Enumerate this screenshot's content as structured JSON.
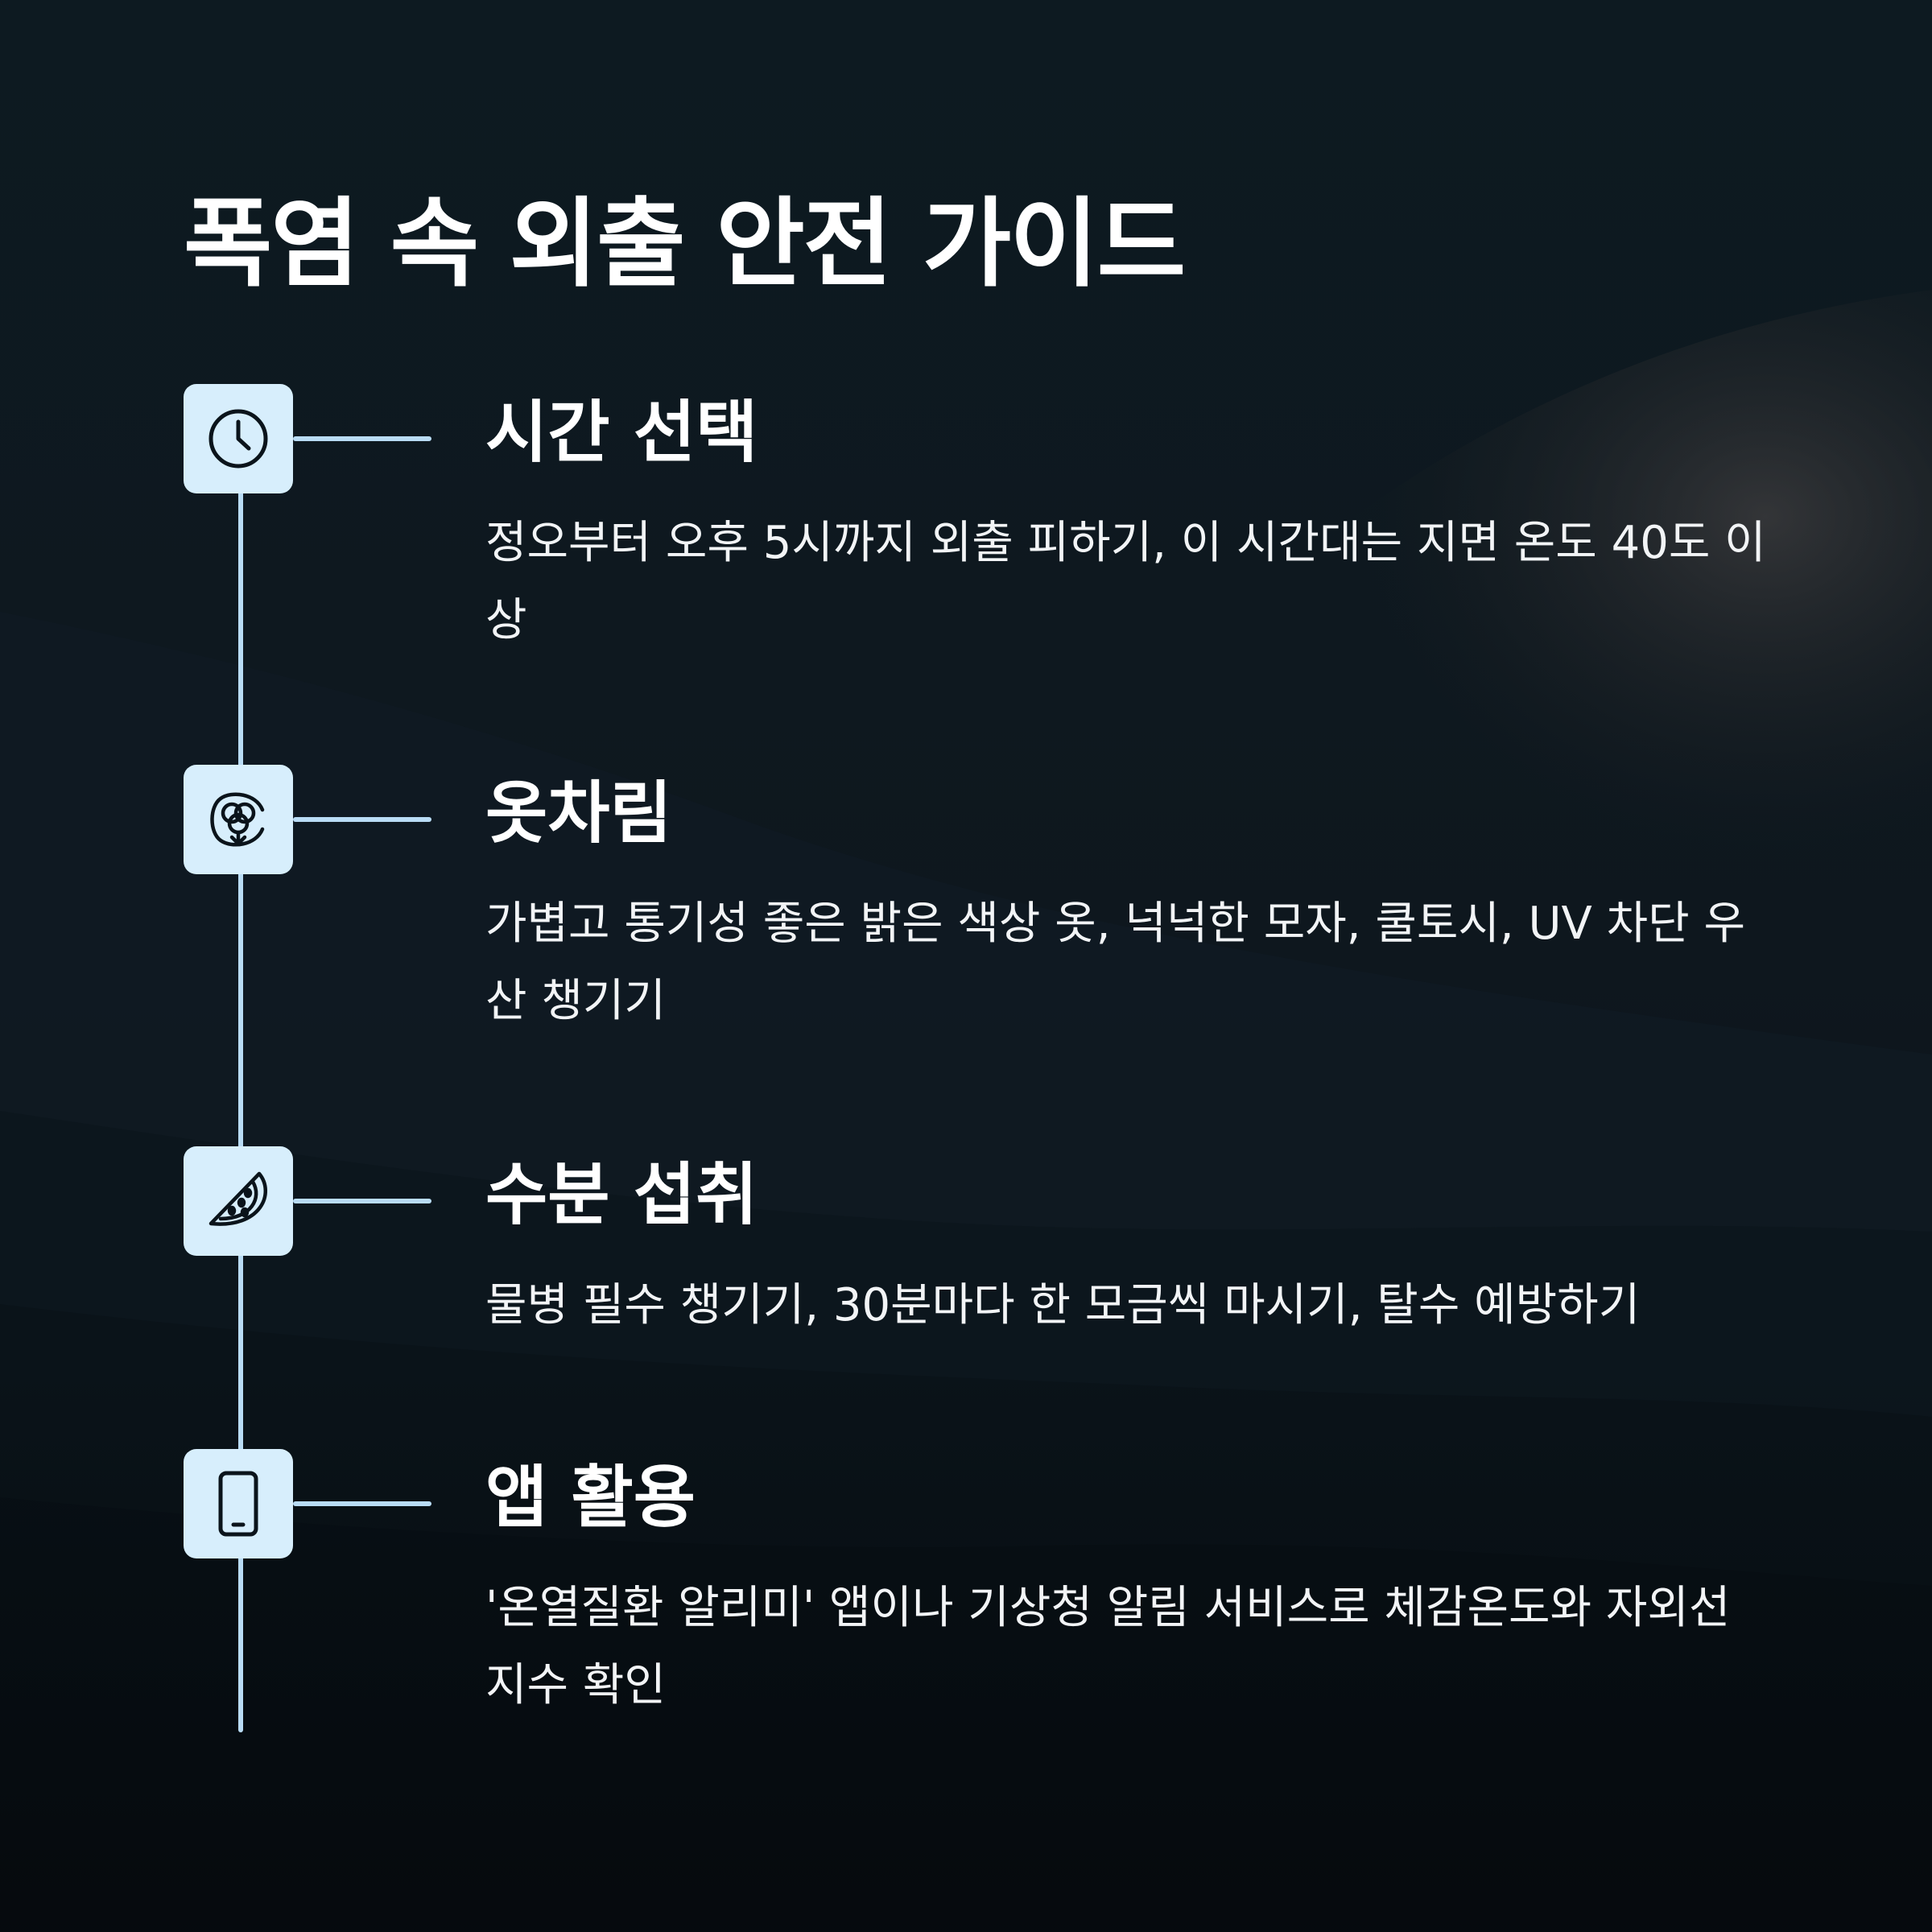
{
  "title": "폭염 속 외출 안전 가이드",
  "steps": [
    {
      "icon": "clock-icon",
      "title": "시간 선택",
      "description": "정오부터 오후 5시까지 외출 피하기, 이 시간대는 지면 온도 40도 이상"
    },
    {
      "icon": "cotton-icon",
      "title": "옷차림",
      "description": "가볍고 통기성 좋은 밝은 색상 옷, 넉넉한 모자, 쿨토시, UV 차단 우산 챙기기"
    },
    {
      "icon": "watermelon-icon",
      "title": "수분 섭취",
      "description": "물병 필수 챙기기, 30분마다 한 모금씩 마시기, 탈수 예방하기"
    },
    {
      "icon": "smartphone-icon",
      "title": "앱 활용",
      "description": "'온열질환 알리미' 앱이나 기상청 알림 서비스로 체감온도와 자외선 지수 확인"
    }
  ],
  "colors": {
    "background": "#0b141b",
    "icon_box": "#d7eefc",
    "timeline": "#b9dcf5",
    "text": "#ffffff"
  }
}
